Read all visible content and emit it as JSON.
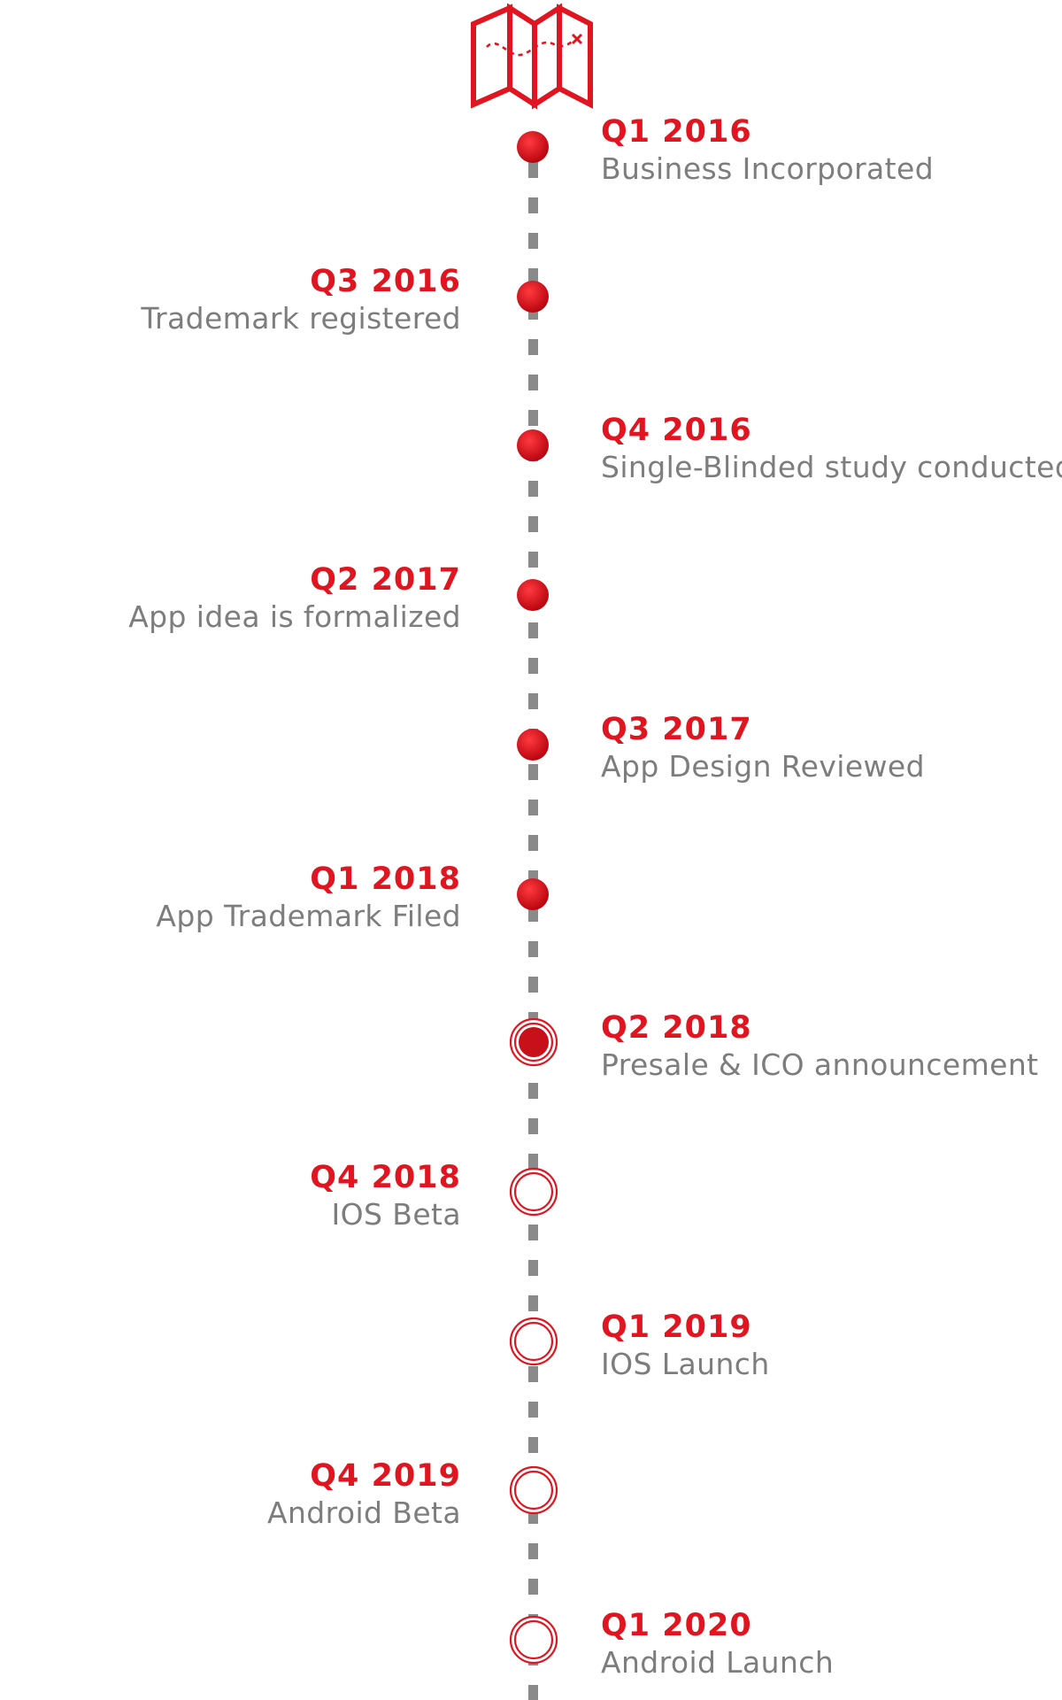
{
  "icon": "folded-map-icon",
  "colors": {
    "accent": "#e0151f",
    "text_muted": "#7d7d7d",
    "timeline": "#8a8a8a"
  },
  "milestones": [
    {
      "quarter": "Q1 2016",
      "label": "Business Incorporated",
      "side": "right",
      "status": "done"
    },
    {
      "quarter": "Q3 2016",
      "label": "Trademark registered",
      "side": "left",
      "status": "done"
    },
    {
      "quarter": "Q4 2016",
      "label": "Single-Blinded study conducted",
      "side": "right",
      "status": "done"
    },
    {
      "quarter": "Q2 2017",
      "label": "App idea is formalized",
      "side": "left",
      "status": "done"
    },
    {
      "quarter": "Q3 2017",
      "label": "App Design Reviewed",
      "side": "right",
      "status": "done"
    },
    {
      "quarter": "Q1 2018",
      "label": "App Trademark Filed",
      "side": "left",
      "status": "done"
    },
    {
      "quarter": "Q2 2018",
      "label": "Presale & ICO announcement",
      "side": "right",
      "status": "current"
    },
    {
      "quarter": "Q4 2018",
      "label": "IOS Beta",
      "side": "left",
      "status": "upcoming"
    },
    {
      "quarter": "Q1 2019",
      "label": "IOS Launch",
      "side": "right",
      "status": "upcoming"
    },
    {
      "quarter": "Q4 2019",
      "label": "Android Beta",
      "side": "left",
      "status": "upcoming"
    },
    {
      "quarter": "Q1 2020",
      "label": "Android Launch",
      "side": "right",
      "status": "upcoming"
    }
  ]
}
